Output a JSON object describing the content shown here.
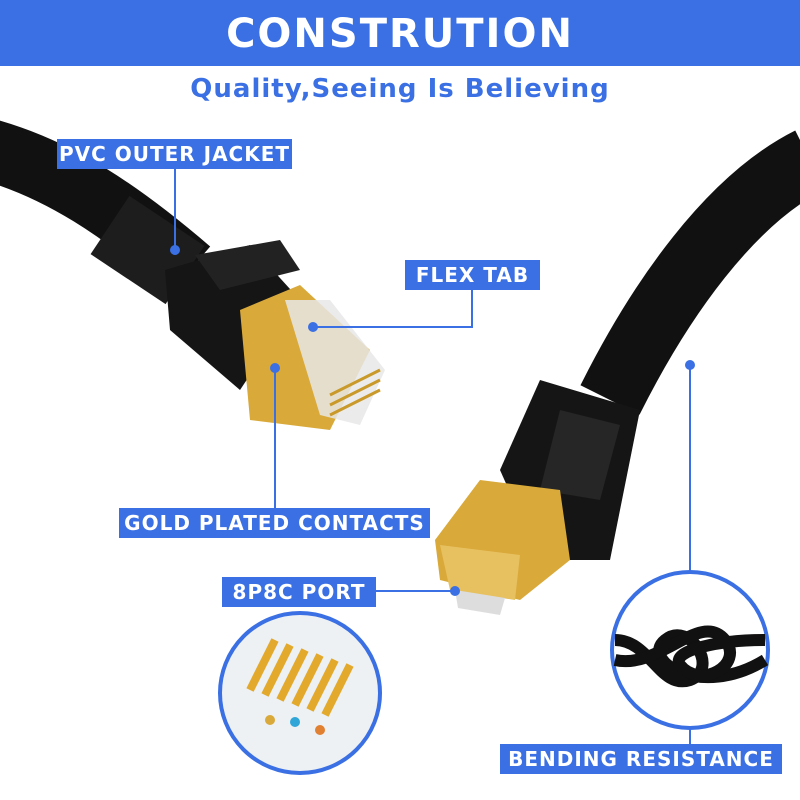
{
  "header": {
    "title": "CONSTRUTION",
    "subtitle": "Quality,Seeing Is Believing"
  },
  "callouts": {
    "jacket": "PVC OUTER JACKET",
    "flex_tab": "FLEX TAB",
    "contacts": "GOLD PLATED CONTACTS",
    "port": "8P8C PORT",
    "bending": "BENDING RESISTANCE"
  },
  "colors": {
    "accent": "#3a70e3",
    "cable": "#111111",
    "gold": "#d9a93a"
  }
}
